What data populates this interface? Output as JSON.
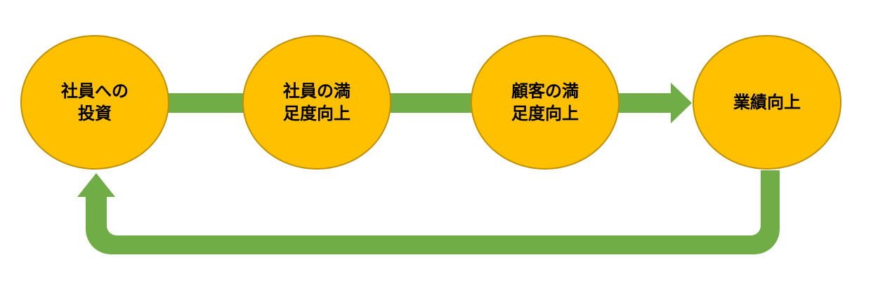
{
  "colors": {
    "node_fill": "#FFC000",
    "node_border": "#BF9000",
    "arrow": "#70AD47",
    "text": "#000000"
  },
  "nodes": [
    {
      "id": "investment",
      "line1": "社員への",
      "line2": "投資"
    },
    {
      "id": "employee-satisfaction",
      "line1": "社員の満",
      "line2": "足度向上"
    },
    {
      "id": "customer-satisfaction",
      "line1": "顧客の満",
      "line2": "足度向上"
    },
    {
      "id": "performance",
      "line1": "業績向上",
      "line2": ""
    }
  ]
}
